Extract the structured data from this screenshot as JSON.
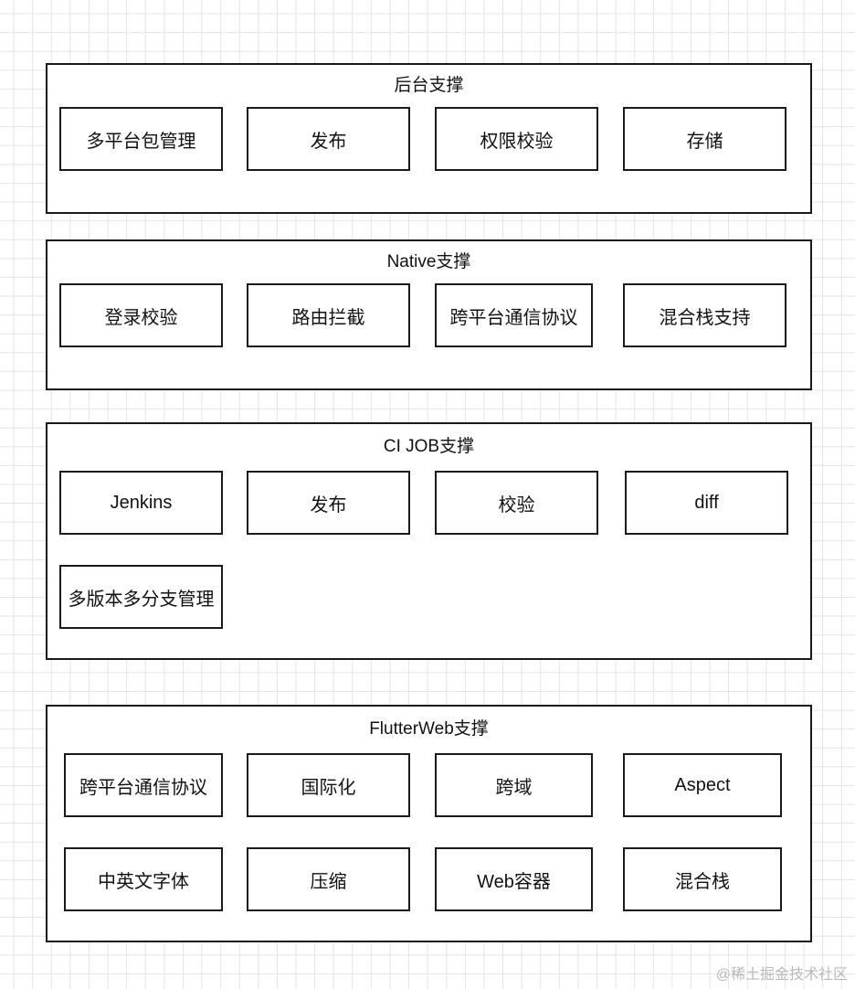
{
  "diagram": {
    "groups": [
      {
        "title": "后台支撑",
        "items": [
          "多平台包管理",
          "发布",
          "权限校验",
          "存储"
        ]
      },
      {
        "title": "Native支撑",
        "items": [
          "登录校验",
          "路由拦截",
          "跨平台通信协议",
          "混合栈支持"
        ]
      },
      {
        "title": "CI JOB支撑",
        "items": [
          "Jenkins",
          "发布",
          "校验",
          "diff",
          "多版本多分支管理"
        ]
      },
      {
        "title": "FlutterWeb支撑",
        "items": [
          "跨平台通信协议",
          "国际化",
          "跨域",
          "Aspect",
          "中英文字体",
          "压缩",
          "Web容器",
          "混合栈"
        ]
      }
    ]
  },
  "watermark": "@稀土掘金技术社区"
}
